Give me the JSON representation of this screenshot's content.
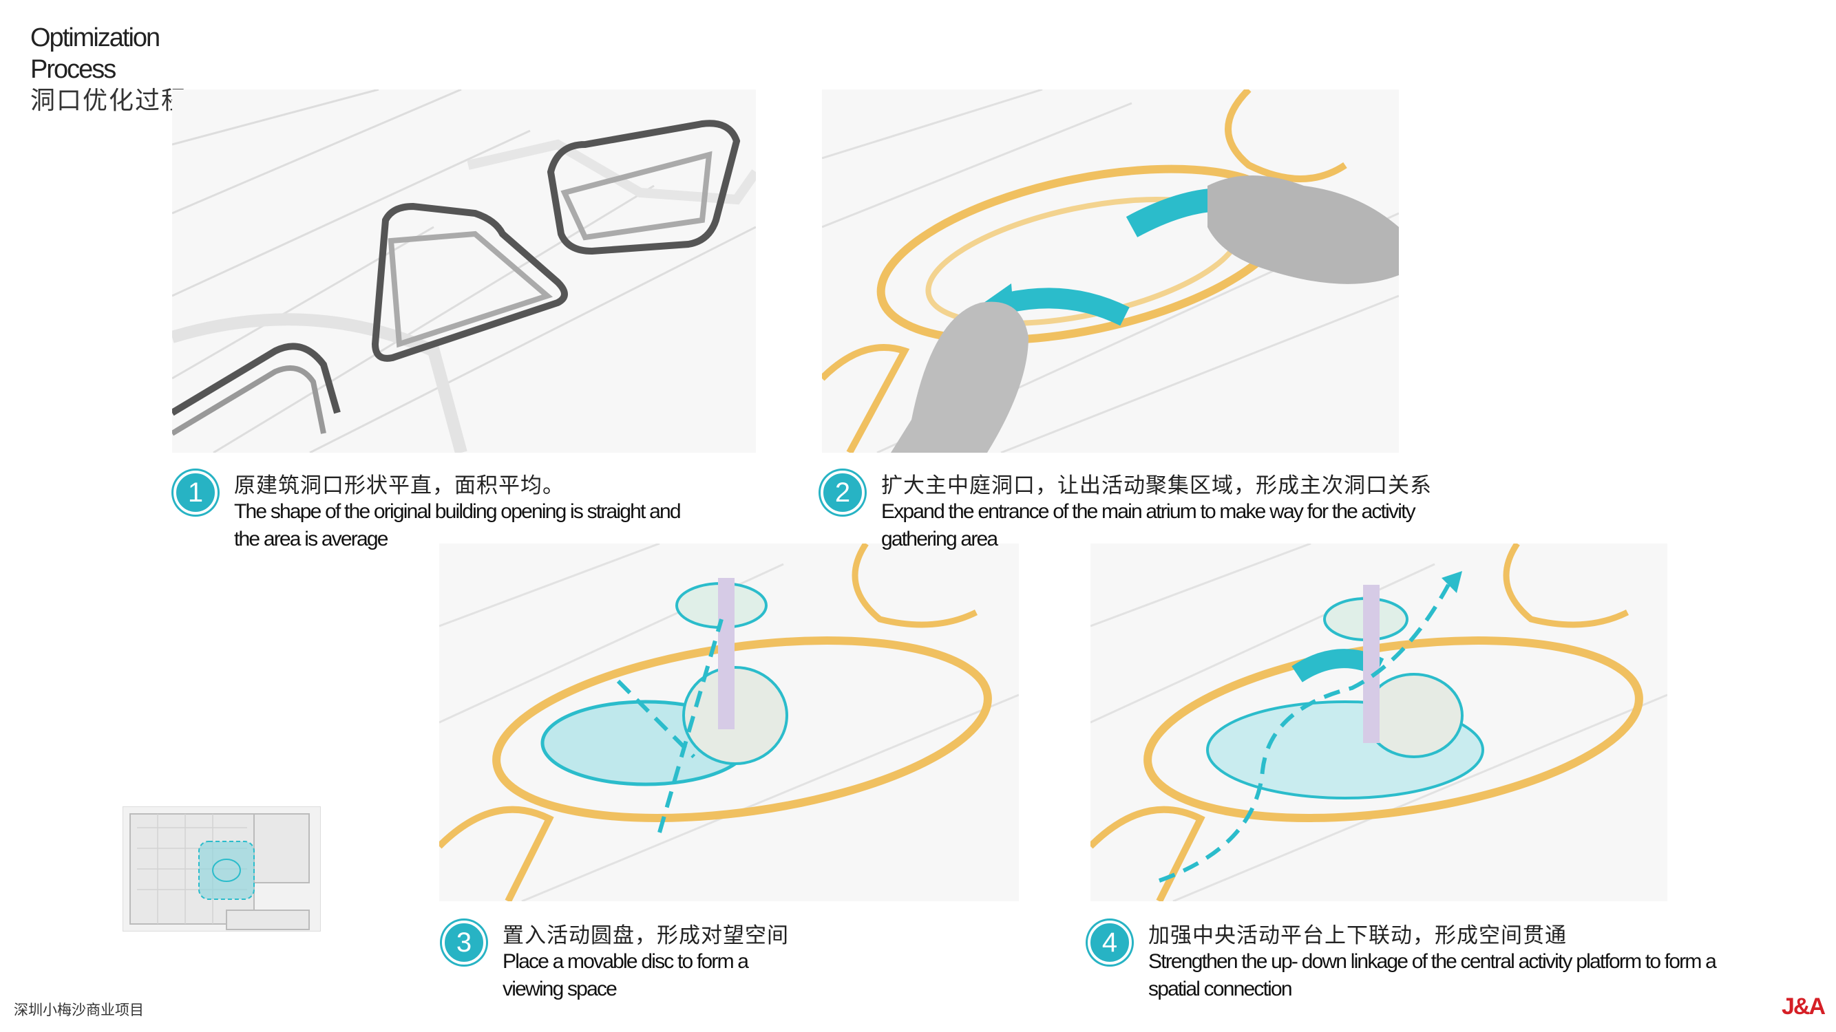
{
  "title": {
    "en_line1": "Optimization",
    "en_line2": "Process",
    "zh": "洞口优化过程"
  },
  "steps": [
    {
      "number": "1",
      "zh": "原建筑洞口形状平直，面积平均。",
      "en": "The shape of the original building opening is straight and the area is average"
    },
    {
      "number": "2",
      "zh": "扩大主中庭洞口，让出活动聚集区域，形成主次洞口关系",
      "en": "Expand the entrance of the main atrium to make way for the activity gathering area"
    },
    {
      "number": "3",
      "zh": "置入活动圆盘，形成对望空间",
      "en": "Place a movable disc to form a viewing space"
    },
    {
      "number": "4",
      "zh": "加强中央活动平台上下联动，形成空间贯通",
      "en": "Strengthen the up- down linkage of the central activity platform to form a spatial connection"
    }
  ],
  "footer": {
    "project": "深圳小梅沙商业项目"
  },
  "logo": {
    "text": "J&A"
  },
  "colors": {
    "accent": "#27b3c4",
    "ribbon": "#f0c060",
    "logo": "#d51f26"
  }
}
